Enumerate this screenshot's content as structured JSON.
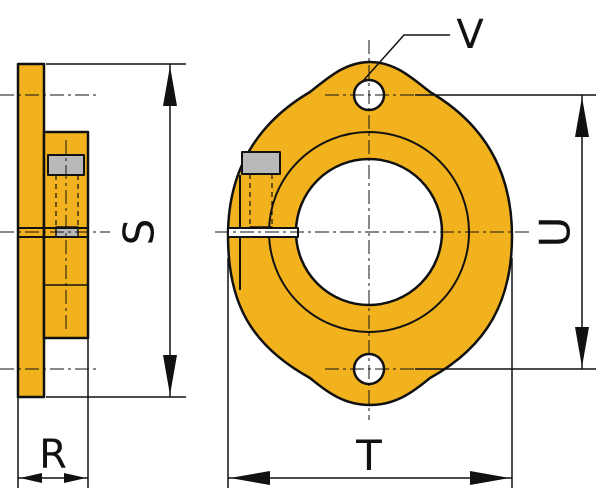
{
  "diagram": {
    "labels": {
      "s": "S",
      "u": "U",
      "t": "T",
      "r": "R",
      "v": "V"
    },
    "colors": {
      "part_fill": "#F2B21E",
      "outline": "#111111",
      "background": "#FFFFFF",
      "bolt_fill": "#B9B9B9"
    },
    "views": [
      "side-view",
      "front-view"
    ],
    "features": [
      "flange-plate",
      "clamp-ring",
      "mounting-holes",
      "clamp-bolt",
      "split-slot"
    ]
  }
}
